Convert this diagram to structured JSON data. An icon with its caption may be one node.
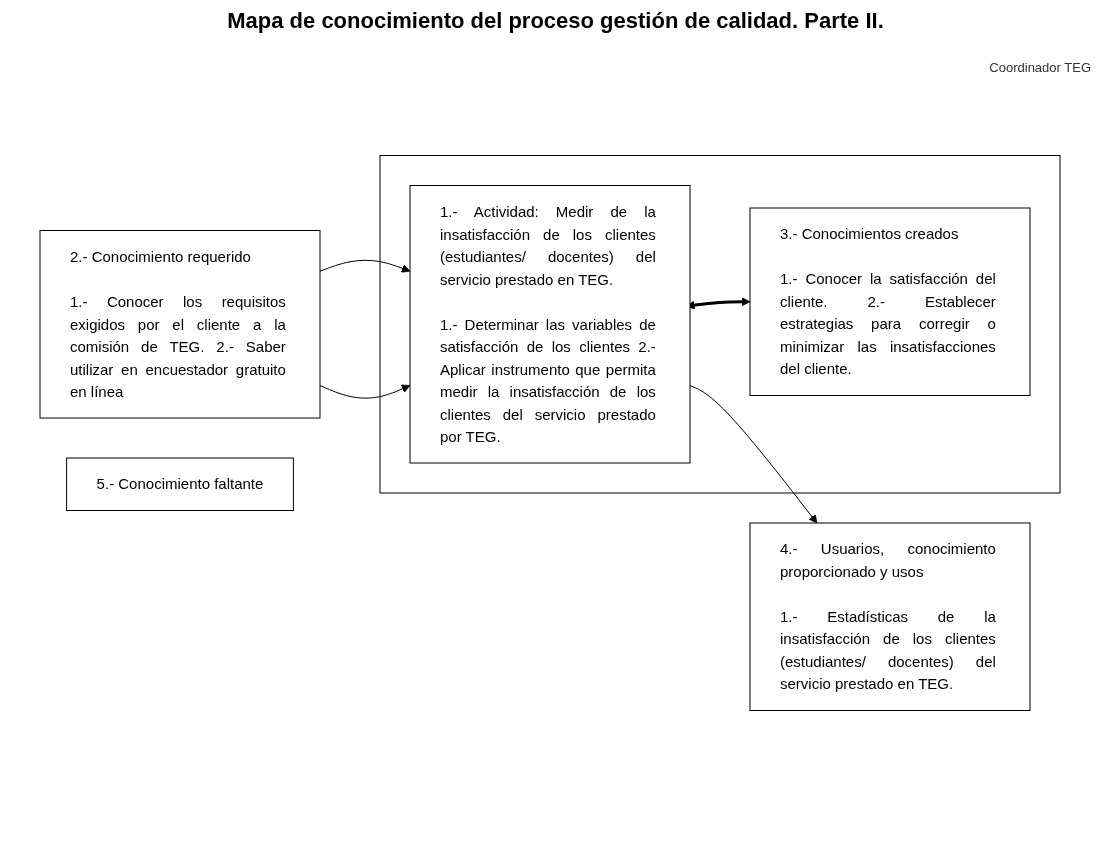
{
  "diagram": {
    "title": "Mapa de conocimiento del proceso gestión de calidad. Parte II.",
    "nodes": [
      {
        "text": [
          "2.- Conocimiento requerido",
          "1.- Conocer los requisitos exigidos por el cliente a la comisión de TEG. 2.- Saber utilizar en encuestador gratuito en línea"
        ]
      },
      {
        "text": [],
        "shape": "box"
      },
      {
        "text": [
          "1.- Actividad: Medir de la insatisfacción de los clientes (estudiantes/ docentes) del servicio prestado en TEG.",
          "1.- Determinar las variables de satisfacción de los clientes 2.- Aplicar instrumento que permita medir la insatisfacción de los clientes del servicio prestado por TEG."
        ],
        "in": 1
      },
      {
        "text": [
          "4.- Usuarios, conocimiento proporcionado y usos",
          "1.- Estadísticas de la insatisfacción de los clientes (estudiantes/ docentes) del servicio prestado en TEG."
        ]
      },
      {
        "text": [
          "3.- Conocimientos creados",
          "1.- Conocer la satisfacción del cliente. 2.- Establecer estrategias para corregir o minimizar las insatisfacciones del cliente."
        ],
        "in": 1
      },
      {
        "text": [
          "5.- Conocimiento faltante"
        ]
      }
    ],
    "edges": [
      {
        "from": 0,
        "to": 2,
        "arrow": "to"
      },
      {
        "from": 0,
        "to": 2,
        "arrow": "to"
      },
      {
        "from": 2,
        "to": 3,
        "arrow": "to"
      },
      {
        "from": 2,
        "to": 4,
        "arrow": "both",
        "style": "thick"
      }
    ],
    "labels": [
      "Coordinador TEG"
    ]
  }
}
